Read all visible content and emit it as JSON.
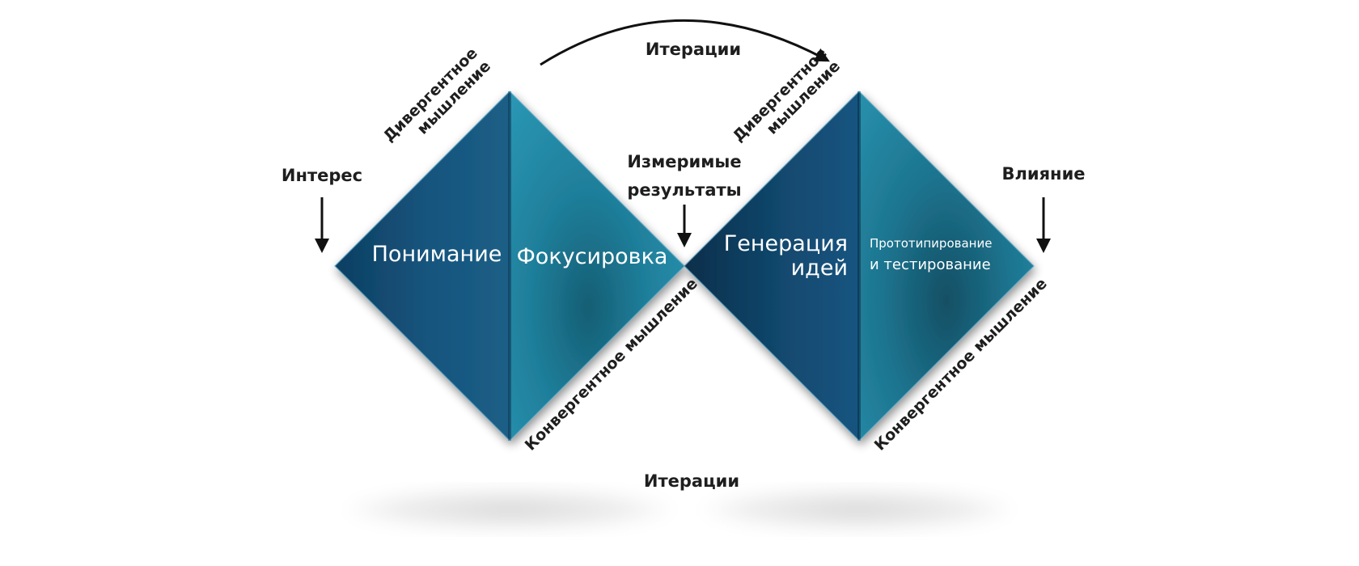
{
  "labels": {
    "interest": "Интерес",
    "impact": "Влияние",
    "measurable_line1": "Измеримые",
    "measurable_line2": "результаты",
    "iterations_top": "Итерации",
    "iterations_bottom": "Итерации"
  },
  "diamond_1": {
    "left_text": "Понимание",
    "right_text": "Фокусировка",
    "edge_top_line1": "Дивергентное",
    "edge_top_line2": "мышление",
    "edge_bottom": "Конвергентное мышление"
  },
  "diamond_2": {
    "left_text_line1": "Генерация",
    "left_text_line2": "идей",
    "right_text_line1": "Прототипирование",
    "right_text_line2": "и тестирование",
    "edge_top_line1": "Дивергентное",
    "edge_top_line2": "мышление",
    "edge_bottom": "Конвергентное мышление"
  },
  "colors": {
    "left_half": "#14527a",
    "right_half": "#238aa6",
    "text": "#1e1e1e"
  }
}
